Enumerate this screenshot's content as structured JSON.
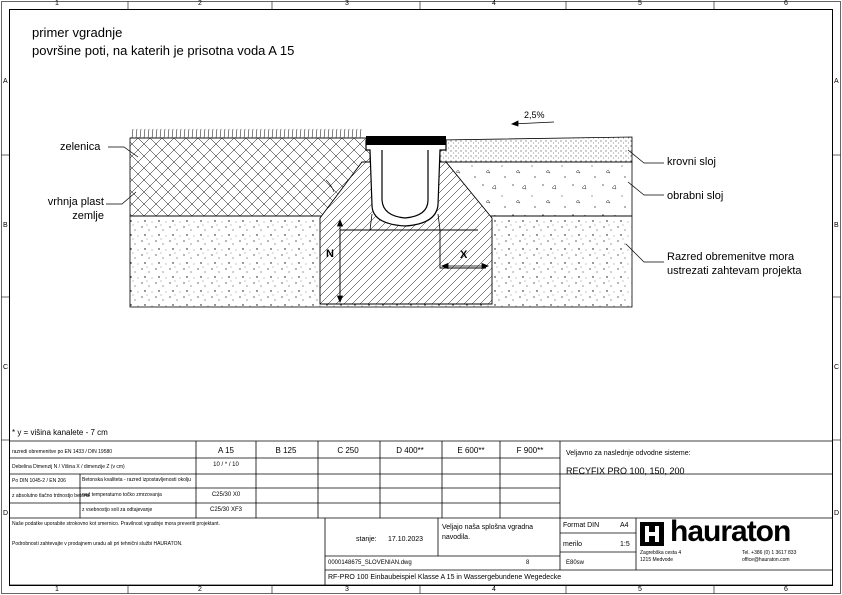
{
  "title": {
    "line1": "primer vgradnje",
    "line2": "površine poti, na katerih je prisotna voda A 15"
  },
  "labels": {
    "greenery": "zelenica",
    "topsoil_line1": "vrhnja plast",
    "topsoil_line2": "zemlje",
    "surface_layer": "krovni sloj",
    "base_layer": "obrabni sloj",
    "load_class_line1": "Razred obremenitve mora",
    "load_class_line2": "ustrezati zahtevam projekta",
    "slope": "2,5%",
    "dim_n": "N",
    "dim_x": "X"
  },
  "footnote": "* y = višina kanalete - 7 cm",
  "grid": {
    "cols": [
      "1",
      "2",
      "3",
      "4",
      "5",
      "6"
    ],
    "rows": [
      "A",
      "B",
      "C",
      "D"
    ]
  },
  "table": {
    "standard": "razredi obremenitve po EN 1433 / DIN 19580",
    "classes": [
      "A 15",
      "B 125",
      "C 250",
      "D 400**",
      "E 600**",
      "F 900**"
    ],
    "row1_label": "Debelina Dimenzij N / Višina X / dimenzije Z (v cm)",
    "row1_value": "10 / * / 10",
    "row2_label": "Betonska kvaliteta - razred izpostavljenosti okolju",
    "row3a_label": "Po DIN 1045-2 / EN 206",
    "row3b_label": "z absolutno tlačno trdnostjo betona",
    "row3_label": "nad temperaturno točko zmrzovanja",
    "row3_value": "C25/30 X0",
    "row4_label": "z vsebnostjo soli za odtajevanje",
    "row4_value": "C25/30 XF3",
    "valid_for": "Veljavno za naslednje odvodne sisteme:",
    "systems": "RECYFIX PRO 100, 150, 200",
    "note": "Veljajo naša splošna vgradna navodila.",
    "disclaimer1": "Naše podatke uporabite strokovno kot smernico. Pravilnost vgradnje mora preveriti projektant.",
    "disclaimer2": "Podrobnosti zahtevajte v prodajnem uradu ali pri tehnični službi HAURATON.",
    "status_label": "stanje:",
    "date": "17.10.2023",
    "dwg_no": "0000148675_SLOVENIAN.dwg",
    "revision": "8",
    "sheet_code": "E80sw",
    "format_label": "Format DIN",
    "format_value": "A4",
    "scale_label": "merilo",
    "scale_value": "1:5",
    "footer": "RF-PRO 100 Einbaubeispiel Klasse A 15 in Wassergebundene Wegedecke",
    "company": "hauraton",
    "address_line1": "Zagrebška cesta 4",
    "address_line2": "1215 Medvode",
    "phone": "Tel. +386 (0) 1 3617 833",
    "email": "office@hauraton.com"
  }
}
